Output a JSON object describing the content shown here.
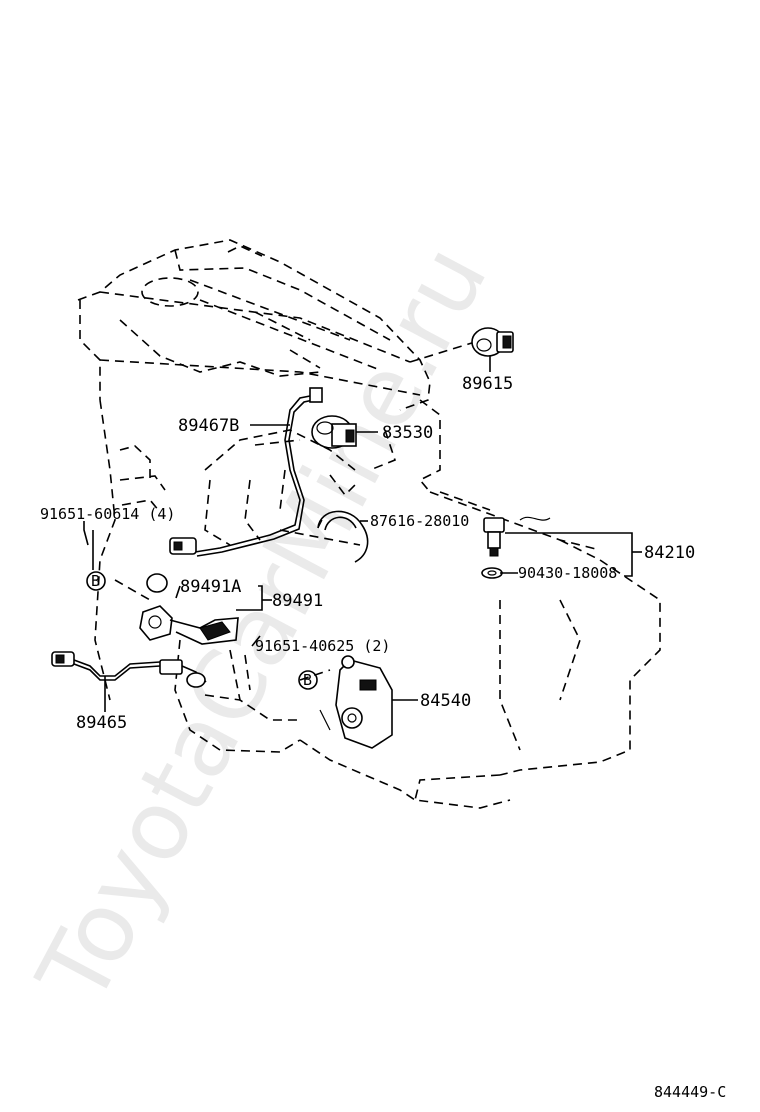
{
  "watermark": "ToyotaCarMine.ru",
  "diagram_id": "844449-C",
  "callout_marker": "B",
  "parts": {
    "p89615": "89615",
    "p89467B": "89467B",
    "p83530": "83530",
    "p87616": "87616-28010",
    "p91651_60614": "91651-60614 (4)",
    "p84210": "84210",
    "p90430": "90430-18008",
    "p89491A": "89491A",
    "p89491": "89491",
    "p91651_40625": "91651-40625 (2)",
    "p84540": "84540",
    "p89465": "89465"
  }
}
